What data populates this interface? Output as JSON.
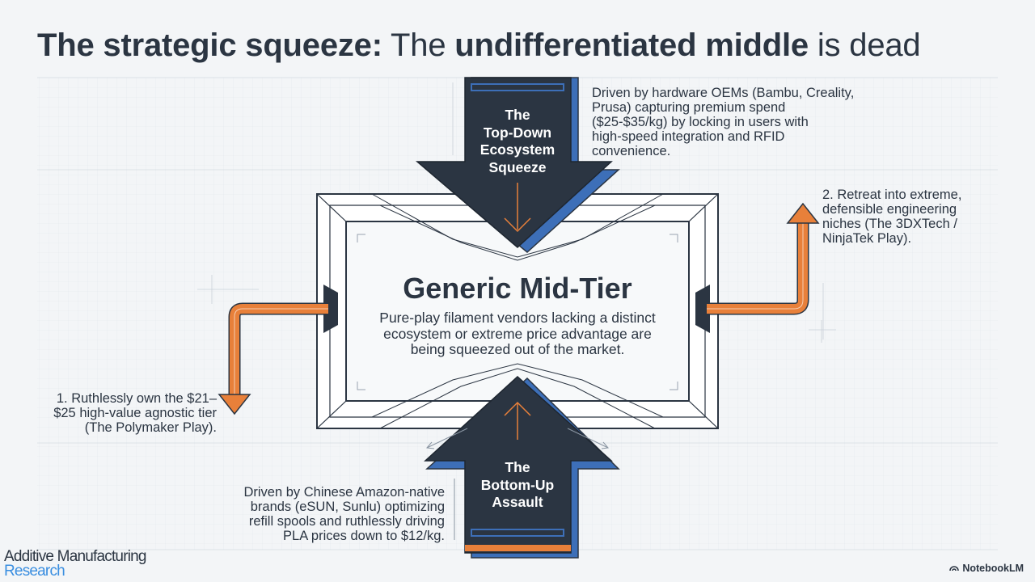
{
  "title": {
    "part1_bold": "The strategic squeeze:",
    "part2": " The ",
    "part3_bold": "undifferentiated middle",
    "part4": " is dead"
  },
  "top_arrow": {
    "label_lines": [
      "The",
      "Top-Down",
      "Ecosystem",
      "Squeeze"
    ],
    "description_lines": [
      "Driven by hardware OEMs (Bambu, Creality,",
      "Prusa) capturing premium spend",
      "($25-$35/kg) by locking in users with",
      "high-speed integration and RFID",
      "convenience."
    ]
  },
  "bottom_arrow": {
    "label_lines": [
      "The",
      "Bottom-Up",
      "Assault"
    ],
    "description_lines": [
      "Driven by Chinese Amazon-native",
      "brands (eSUN, Sunlu) optimizing",
      "refill spools and ruthlessly driving",
      "PLA prices down to $12/kg."
    ]
  },
  "center": {
    "title": "Generic Mid-Tier",
    "description_lines": [
      "Pure-play filament vendors lacking a distinct",
      "ecosystem or extreme price advantage are",
      "being squeezed out of the market."
    ]
  },
  "left_exit": {
    "lines": [
      "1. Ruthlessly own the $21–",
      "$25 high-value agnostic tier",
      "(The Polymaker Play)."
    ]
  },
  "right_exit": {
    "lines": [
      "2. Retreat into extreme,",
      "defensible engineering",
      "niches (The 3DXTech /",
      "NinjaTek Play)."
    ]
  },
  "brand": {
    "line1": "Additive Manufacturing",
    "line2": "Research"
  },
  "footer": {
    "notebooklm": "NotebookLM"
  },
  "colors": {
    "navy": "#2b3542",
    "blue": "#3d6fb8",
    "orange": "#e8803a",
    "brand_blue": "#3a8ee0"
  }
}
